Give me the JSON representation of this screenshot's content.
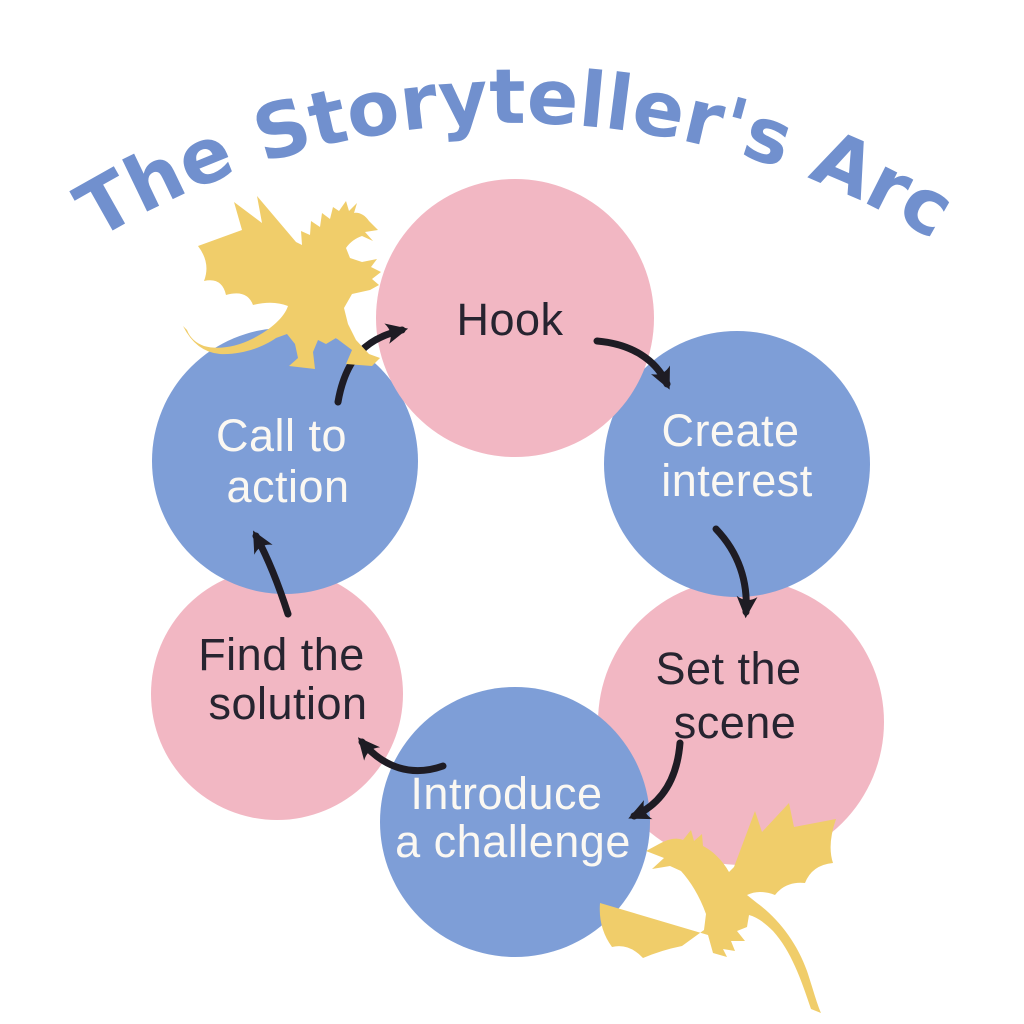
{
  "title": {
    "text": "The Storyteller's Arc"
  },
  "colors": {
    "background": "#ffffff",
    "pink_circle": "#f2b7c3",
    "blue_circle": "#7e9ed7",
    "title_text": "#7190ce",
    "dragon_yellow": "#f0cd6a",
    "dark_text": "#272430",
    "light_text": "#fbf8f2",
    "arrow": "#1e1c24"
  },
  "steps": [
    {
      "id": "hook",
      "order": 1,
      "label": "Hook",
      "lines": [
        "Hook",
        ""
      ],
      "circle_color": "pink",
      "position": "top"
    },
    {
      "id": "create-interest",
      "order": 2,
      "label": "Create interest",
      "lines": [
        "Create",
        "interest"
      ],
      "circle_color": "blue",
      "position": "upper-right"
    },
    {
      "id": "set-the-scene",
      "order": 3,
      "label": "Set the scene",
      "lines": [
        "Set the",
        "scene"
      ],
      "circle_color": "pink",
      "position": "lower-right"
    },
    {
      "id": "introduce-a-challenge",
      "order": 4,
      "label": "Introduce a challenge",
      "lines": [
        "Introduce",
        "a challenge"
      ],
      "circle_color": "blue",
      "position": "bottom"
    },
    {
      "id": "find-the-solution",
      "order": 5,
      "label": "Find the solution",
      "lines": [
        "Find the",
        "solution"
      ],
      "circle_color": "pink",
      "position": "lower-left"
    },
    {
      "id": "call-to-action",
      "order": 6,
      "label": "Call to action",
      "lines": [
        "Call to",
        "action"
      ],
      "circle_color": "blue",
      "position": "upper-left"
    }
  ],
  "flow": {
    "direction": "clockwise",
    "arrows": [
      {
        "from": "call-to-action",
        "to": "hook"
      },
      {
        "from": "hook",
        "to": "create-interest"
      },
      {
        "from": "create-interest",
        "to": "set-the-scene"
      },
      {
        "from": "set-the-scene",
        "to": "introduce-a-challenge"
      },
      {
        "from": "introduce-a-challenge",
        "to": "find-the-solution"
      },
      {
        "from": "find-the-solution",
        "to": "call-to-action"
      }
    ]
  },
  "decorations": [
    {
      "name": "dragon-top-left",
      "description": "standing dragon silhouette with spread wing, perched on upper-left circle"
    },
    {
      "name": "dragon-bottom-right",
      "description": "flying dragon silhouette near lower-right circle"
    }
  ]
}
